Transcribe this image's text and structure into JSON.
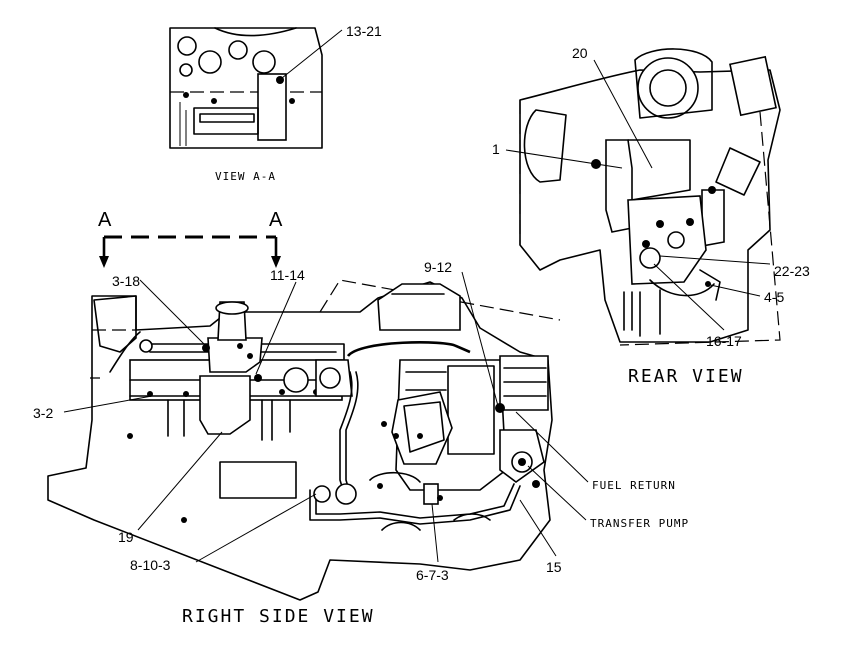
{
  "views": {
    "view_aa": "VIEW A-A",
    "right_side": "RIGHT SIDE VIEW",
    "rear": "REAR VIEW"
  },
  "section_marker": {
    "left": "A",
    "right": "A"
  },
  "callouts": {
    "c13_21": "13-21",
    "c20": "20",
    "c1": "1",
    "c22_23": "22-23",
    "c4_5": "4-5",
    "c16_17": "16-17",
    "c9_12": "9-12",
    "c11_14": "11-14",
    "c3_18": "3-18",
    "c3_2": "3-2",
    "c19": "19",
    "c8_10_3": "8-10-3",
    "c6_7_3": "6-7-3",
    "c15": "15",
    "fuel_return": "FUEL RETURN",
    "transfer_pump": "TRANSFER PUMP"
  }
}
